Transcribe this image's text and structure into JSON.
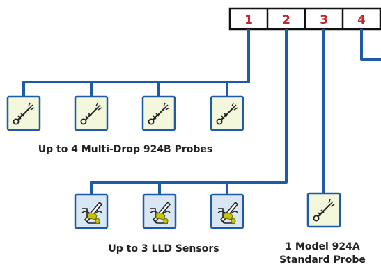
{
  "terminal_block": {
    "ports": [
      "1",
      "2",
      "3",
      "4"
    ],
    "label_color": "#c1272d"
  },
  "colors": {
    "wire": "#1f5aa6",
    "probe_tile": "#f3f8dc",
    "lld_tile": "#d9e7f5",
    "liquid": "#c8c400"
  },
  "groups": {
    "multidrop": {
      "caption": "Up to 4 Multi-Drop 924B Probes",
      "count": 4,
      "icon": "probe-icon"
    },
    "lld": {
      "caption": "Up to 3 LLD Sensors",
      "count": 3,
      "icon": "lld-sensor-icon"
    },
    "standard": {
      "caption_line1": "1 Model 924A",
      "caption_line2": "Standard Probe",
      "count": 1,
      "icon": "probe-icon"
    }
  }
}
